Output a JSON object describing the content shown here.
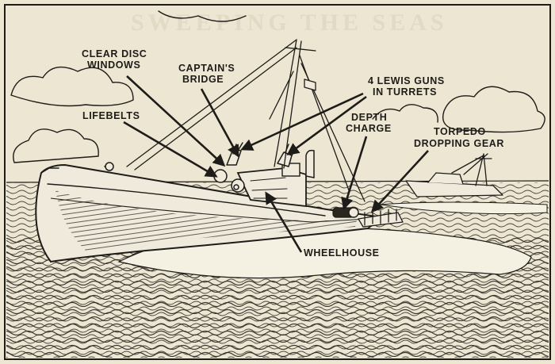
{
  "figure": {
    "background_heading": "SWEEPING THE SEAS",
    "labels": {
      "clear_disc_windows_1": "CLEAR DISC",
      "clear_disc_windows_2": "WINDOWS",
      "captains_bridge_1": "CAPTAIN'S",
      "captains_bridge_2": "BRIDGE",
      "lewis_guns_1": "4 LEWIS GUNS",
      "lewis_guns_2": "IN TURRETS",
      "lifebelts": "LIFEBELTS",
      "depth_charge_1": "DEPTH",
      "depth_charge_2": "CHARGE",
      "torpedo_1": "TORPEDO",
      "torpedo_2": "DROPPING GEAR",
      "wheelhouse": "WHEELHOUSE"
    },
    "colors": {
      "paper": "#ece6d3",
      "ink": "#1e1c18",
      "sea_light": "#f4f0e2",
      "hull": "#efeadb"
    }
  }
}
